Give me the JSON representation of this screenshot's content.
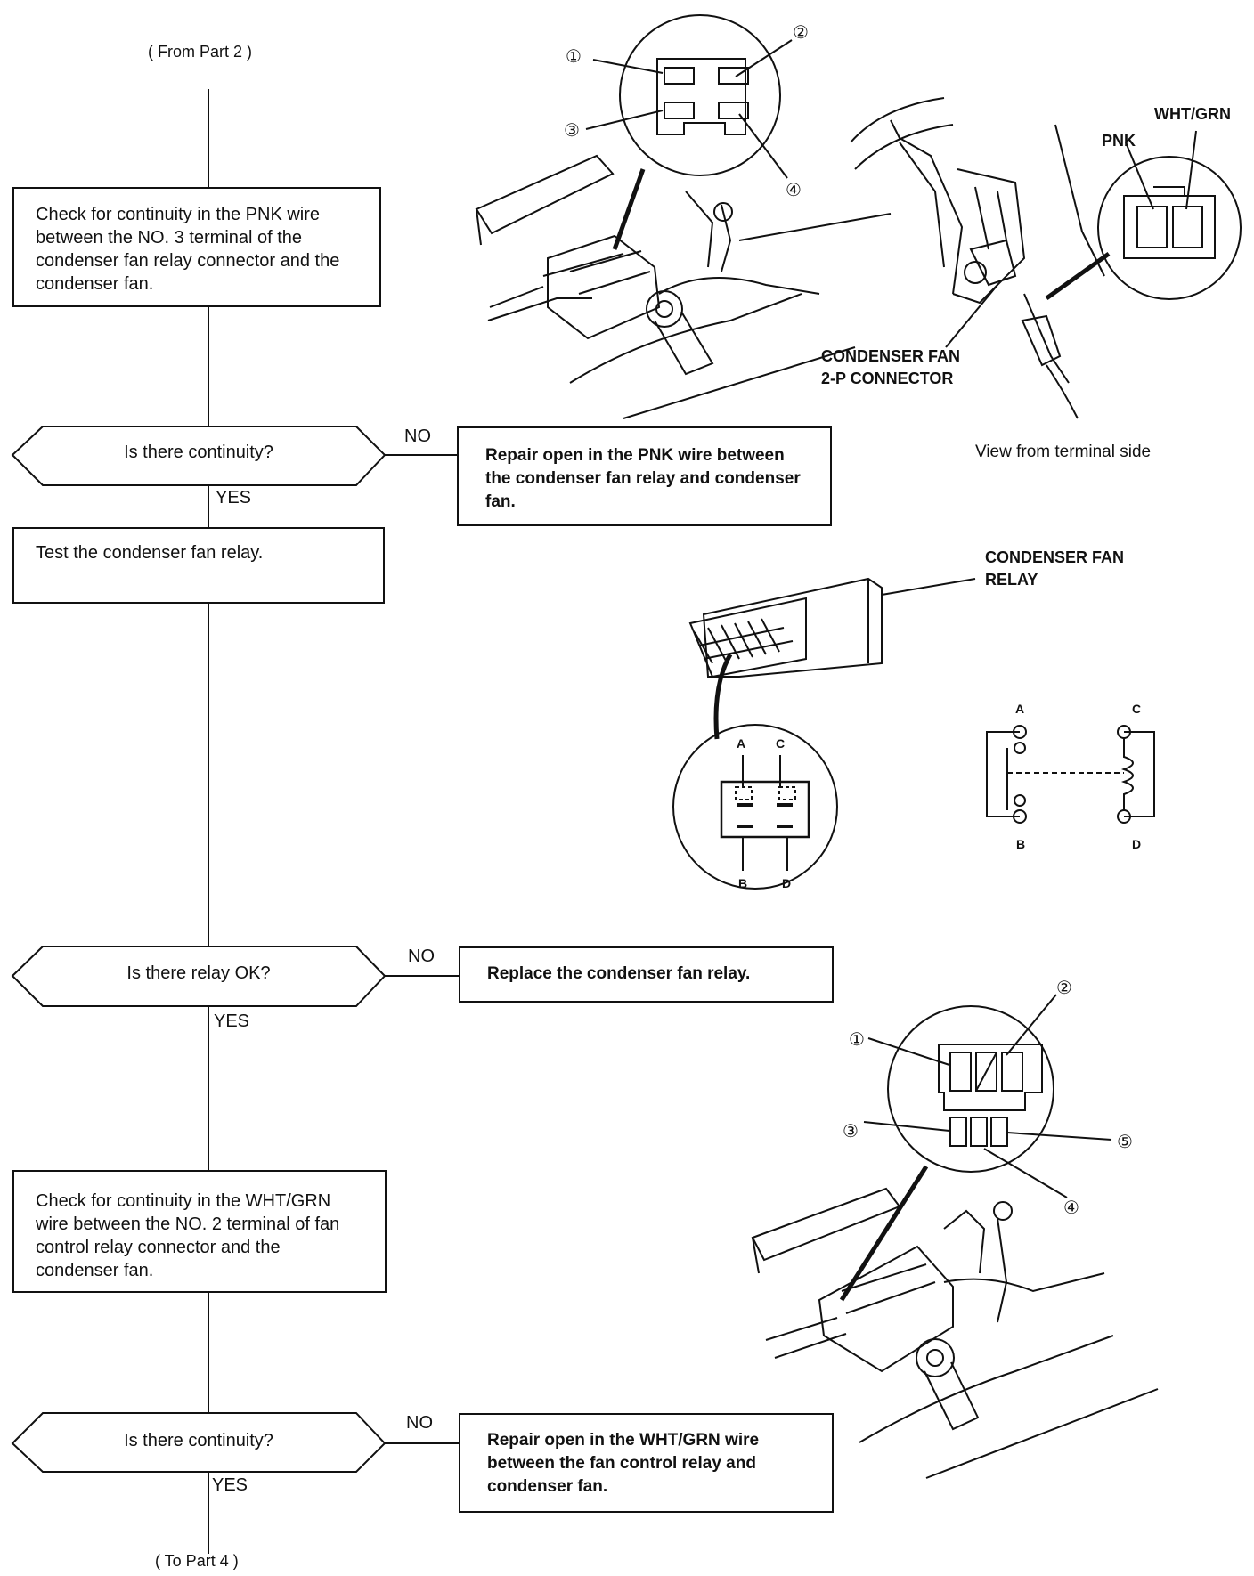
{
  "flow": {
    "from_label": "( From Part 2 )",
    "to_label": "( To Part 4 )",
    "step1": "Check for continuity in the PNK wire between the NO. 3 terminal of the condenser fan relay connector and the condenser fan.",
    "q1": "Is there continuity?",
    "q1_no": "NO",
    "q1_yes": "YES",
    "r1": "Repair open in the PNK wire between the condenser fan relay and condenser fan.",
    "step2": "Test the condenser fan relay.",
    "q2": "Is there relay OK?",
    "q2_no": "NO",
    "q2_yes": "YES",
    "r2": "Replace the condenser fan relay.",
    "step3": "Check for continuity in the WHT/GRN wire between the NO. 2 terminal of fan control relay connector and the condenser fan.",
    "q3": "Is there continuity?",
    "q3_no": "NO",
    "q3_yes": "YES",
    "r3": "Repair open in the WHT/GRN wire between the fan control relay and condenser fan."
  },
  "fig1": {
    "n1": "①",
    "n2": "②",
    "n3": "③",
    "n4": "④"
  },
  "fig2": {
    "pnk": "PNK",
    "whtgrn": "WHT/GRN",
    "connector_line1": "CONDENSER FAN",
    "connector_line2": "2-P CONNECTOR",
    "view": "View from terminal side"
  },
  "fig3": {
    "relay_line1": "CONDENSER FAN",
    "relay_line2": "RELAY",
    "A": "A",
    "B": "B",
    "C": "C",
    "D": "D"
  },
  "fig4": {
    "n1": "①",
    "n2": "②",
    "n3": "③",
    "n4": "④",
    "n5": "⑤"
  }
}
